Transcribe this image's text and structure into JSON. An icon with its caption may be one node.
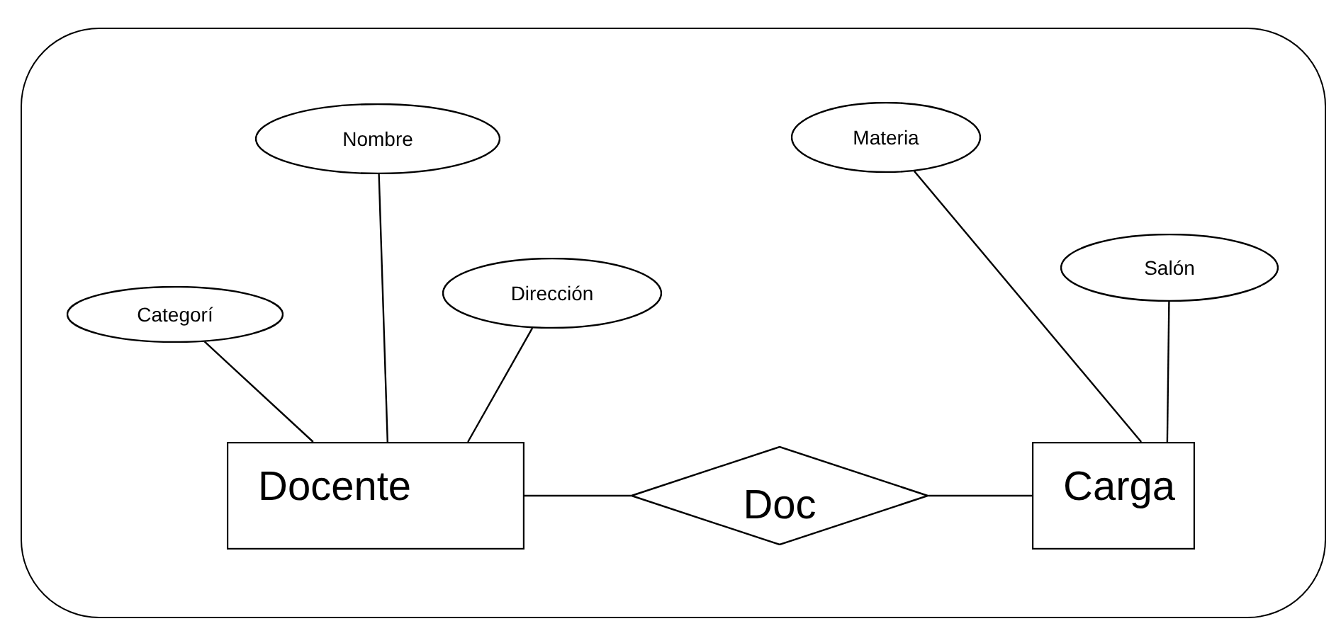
{
  "diagram": {
    "nodes": [
      {
        "text": [
          "Nombre"
        ]
      },
      {
        "text": [
          "Materia"
        ]
      },
      {
        "text": [
          "Categorí"
        ]
      },
      {
        "text": [
          "Dirección"
        ]
      },
      {
        "text": [
          "Salón"
        ]
      },
      {
        "text": [
          "Docente"
        ]
      },
      {
        "text": [
          "Doc"
        ]
      },
      {
        "text": [
          "Carga"
        ]
      }
    ],
    "edges": [
      {
        "from": 2,
        "to": 5,
        "arrow": "none"
      },
      {
        "from": 0,
        "to": 5,
        "arrow": "none"
      },
      {
        "from": 3,
        "to": 5,
        "arrow": "none"
      },
      {
        "from": 1,
        "to": 7,
        "arrow": "none"
      },
      {
        "from": 4,
        "to": 7,
        "arrow": "none"
      },
      {
        "from": 5,
        "to": 6,
        "arrow": "none"
      },
      {
        "from": 6,
        "to": 7,
        "arrow": "none"
      }
    ]
  }
}
